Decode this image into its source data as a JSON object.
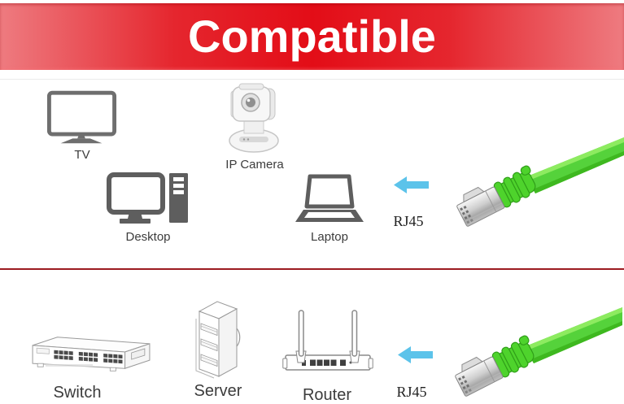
{
  "banner": {
    "title": "Compatible"
  },
  "top_section": {
    "devices": [
      {
        "label": "TV"
      },
      {
        "label": "IP Camera"
      },
      {
        "label": "Desktop"
      },
      {
        "label": "Laptop"
      }
    ],
    "connector_label": "RJ45"
  },
  "bottom_section": {
    "devices": [
      {
        "label": "Switch"
      },
      {
        "label": "Server"
      },
      {
        "label": "Router"
      }
    ],
    "connector_label": "RJ45"
  },
  "icons": {
    "arrow": "left-arrow-icon",
    "cable": "ethernet-cable-with-rj45-plug"
  },
  "colors": {
    "banner_red_center": "#e30d17",
    "banner_red_edge": "#ee7b80",
    "banner_text": "#ffffff",
    "divider_red": "#9c1b21",
    "arrow_blue": "#5cc3ea",
    "cable_green": "#4ed32c",
    "icon_gray": "#5e5e5e",
    "label_text": "#3c3c3c"
  }
}
